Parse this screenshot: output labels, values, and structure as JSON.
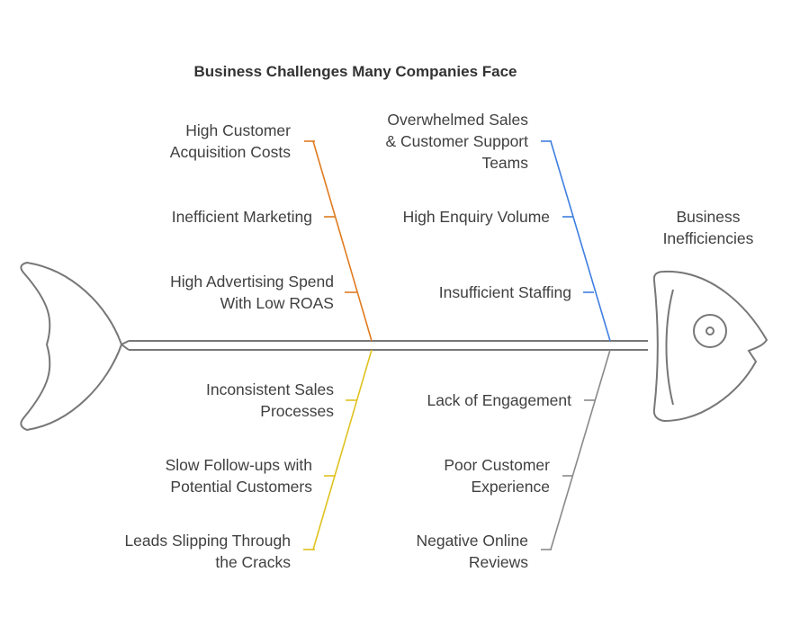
{
  "title": "Business Challenges Many Companies Face",
  "head_label": "Business\nInefficiencies",
  "colors": {
    "marketing": "#e07b1f",
    "support": "#3f7fe0",
    "sales": "#e0c21f",
    "experience": "#8a8a8a",
    "outline": "#777777"
  },
  "causes": {
    "marketing": [
      "High Customer\nAcquisition Costs",
      "Inefficient Marketing",
      "High Advertising Spend\nWith Low ROAS"
    ],
    "support": [
      "Overwhelmed Sales\n& Customer Support\nTeams",
      "High Enquiry Volume",
      "Insufficient Staffing"
    ],
    "sales": [
      "Inconsistent Sales\nProcesses",
      "Slow Follow-ups with\nPotential Customers",
      "Leads Slipping Through\nthe Cracks"
    ],
    "experience": [
      "Lack of Engagement",
      "Poor Customer\nExperience",
      "Negative Online\nReviews"
    ]
  }
}
